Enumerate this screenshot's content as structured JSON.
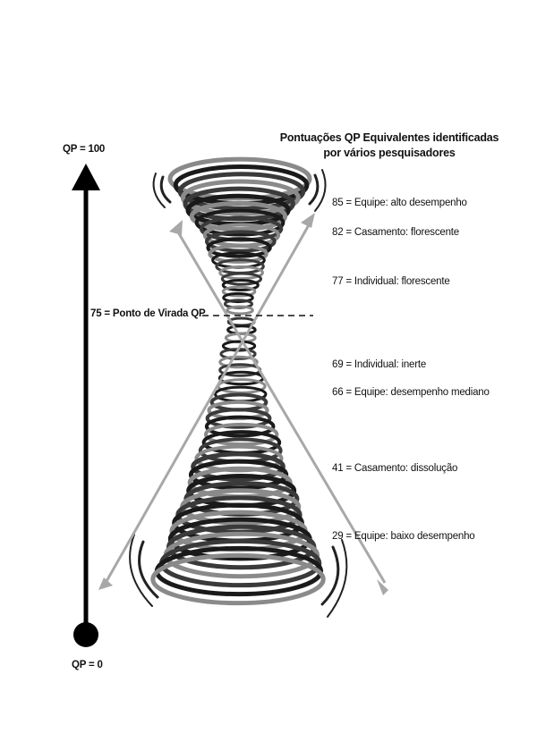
{
  "title": {
    "line1": "Pontuações QP Equivalentes identificadas",
    "line2": "por vários pesquisadores"
  },
  "axis": {
    "top_label": "QP = 100",
    "bottom_label": "QP = 0"
  },
  "turning_point": {
    "label": "75 = Ponto de Virada QP"
  },
  "scores": [
    {
      "label": "85 = Equipe: alto desempenho"
    },
    {
      "label": "82 = Casamento: florescente"
    },
    {
      "label": "77 = Individual: florescente"
    },
    {
      "label": "69 = Individual: inerte"
    },
    {
      "label": "66 = Equipe: desempenho mediano"
    },
    {
      "label": "41 = Casamento: dissolução"
    },
    {
      "label": "29 = Equipe: baixo desempenho"
    }
  ],
  "colors": {
    "axis": "#000000",
    "arrows": "#a8a8a8",
    "spring_dark": "#1a1a1a",
    "spring_mid": "#555555"
  }
}
